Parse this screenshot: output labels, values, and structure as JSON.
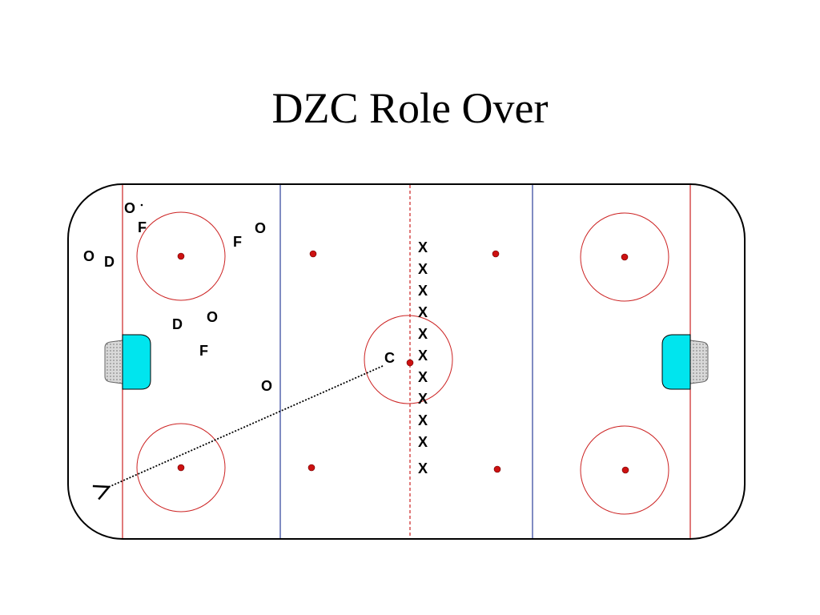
{
  "title": "DZC Role Over",
  "colors": {
    "boards": "#000000",
    "red_line": "#cc2222",
    "blue_line": "#4a5aa8",
    "faceoff_dot": "#cc1111",
    "goal_crease": "#00e5ee",
    "goal_net": "#bdbdbd"
  },
  "players": [
    {
      "label": "O",
      "name": "player-o-1"
    },
    {
      "label": "F",
      "name": "player-f-1"
    },
    {
      "label": "O",
      "name": "player-o-2"
    },
    {
      "label": "F",
      "name": "player-f-2"
    },
    {
      "label": "O",
      "name": "player-o-3"
    },
    {
      "label": "D",
      "name": "player-d-1"
    },
    {
      "label": "D",
      "name": "player-d-2"
    },
    {
      "label": "O",
      "name": "player-o-4"
    },
    {
      "label": "F",
      "name": "player-f-3"
    },
    {
      "label": "O",
      "name": "player-o-5"
    },
    {
      "label": "C",
      "name": "player-c"
    }
  ],
  "x_column": [
    "X",
    "X",
    "X",
    "X",
    "X",
    "X",
    "X",
    "X",
    "X",
    "X",
    "X"
  ]
}
